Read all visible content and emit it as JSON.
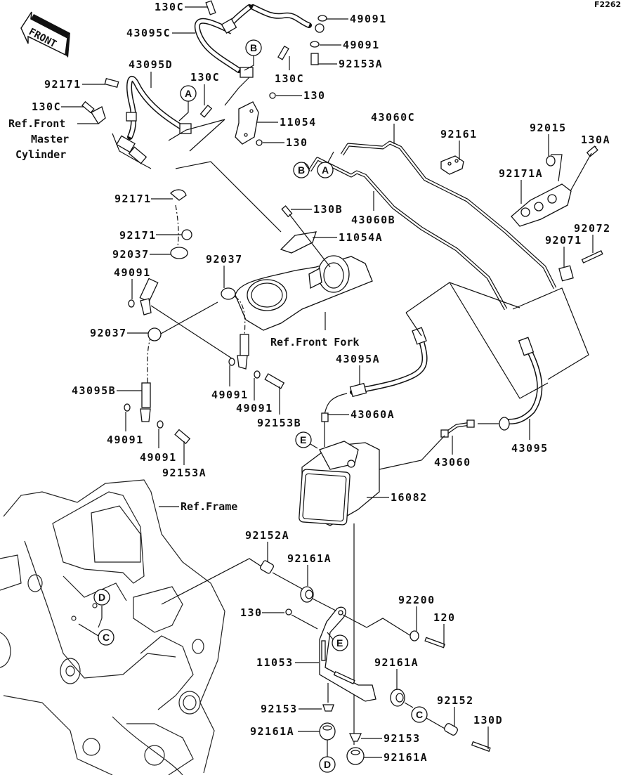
{
  "figure_id": "F2262",
  "front_arrow": "FRONT",
  "refs": {
    "front_master_cylinder": [
      "Ref.Front",
      "Master",
      "Cylinder"
    ],
    "front_fork": "Ref.Front Fork",
    "frame": "Ref.Frame"
  },
  "callouts": [
    "A",
    "B",
    "C",
    "D",
    "E"
  ],
  "parts": {
    "p130c_top": "130C",
    "p43095c": "43095C",
    "p49091_a": "49091",
    "p49091_b": "49091",
    "p92153a_top": "92153A",
    "p43095d": "43095D",
    "p92171_top": "92171",
    "p130c_mid": "130C",
    "p130c_right": "130C",
    "p130_a": "130",
    "p130c_left": "130C",
    "p11054": "11054",
    "p130_b": "130",
    "p43060c": "43060C",
    "p92161": "92161",
    "p92015": "92015",
    "p130a": "130A",
    "p92171a": "92171A",
    "p92171_b": "92171",
    "p130b": "130B",
    "p43060b": "43060B",
    "p92072": "92072",
    "p92071": "92071",
    "p11054a": "11054A",
    "p92171_c": "92171",
    "p92037_a": "92037",
    "p49091_c": "49091",
    "p92037_b": "92037",
    "p92037_c": "92037",
    "p43095a": "43095A",
    "p43095b": "43095B",
    "p49091_d": "49091",
    "p49091_e": "49091",
    "p92153b": "92153B",
    "p43060a": "43060A",
    "p49091_f": "49091",
    "p49091_g": "49091",
    "p92153a_bot": "92153A",
    "p43060": "43060",
    "p43095": "43095",
    "p16082": "16082",
    "p92152a": "92152A",
    "p92161a_a": "92161A",
    "p92200": "92200",
    "p130_c": "130",
    "p120": "120",
    "p11053": "11053",
    "p92161a_b": "92161A",
    "p92152": "92152",
    "p92153_a": "92153",
    "p130d": "130D",
    "p92161a_c": "92161A",
    "p92153_b": "92153",
    "p92161a_d": "92161A"
  }
}
